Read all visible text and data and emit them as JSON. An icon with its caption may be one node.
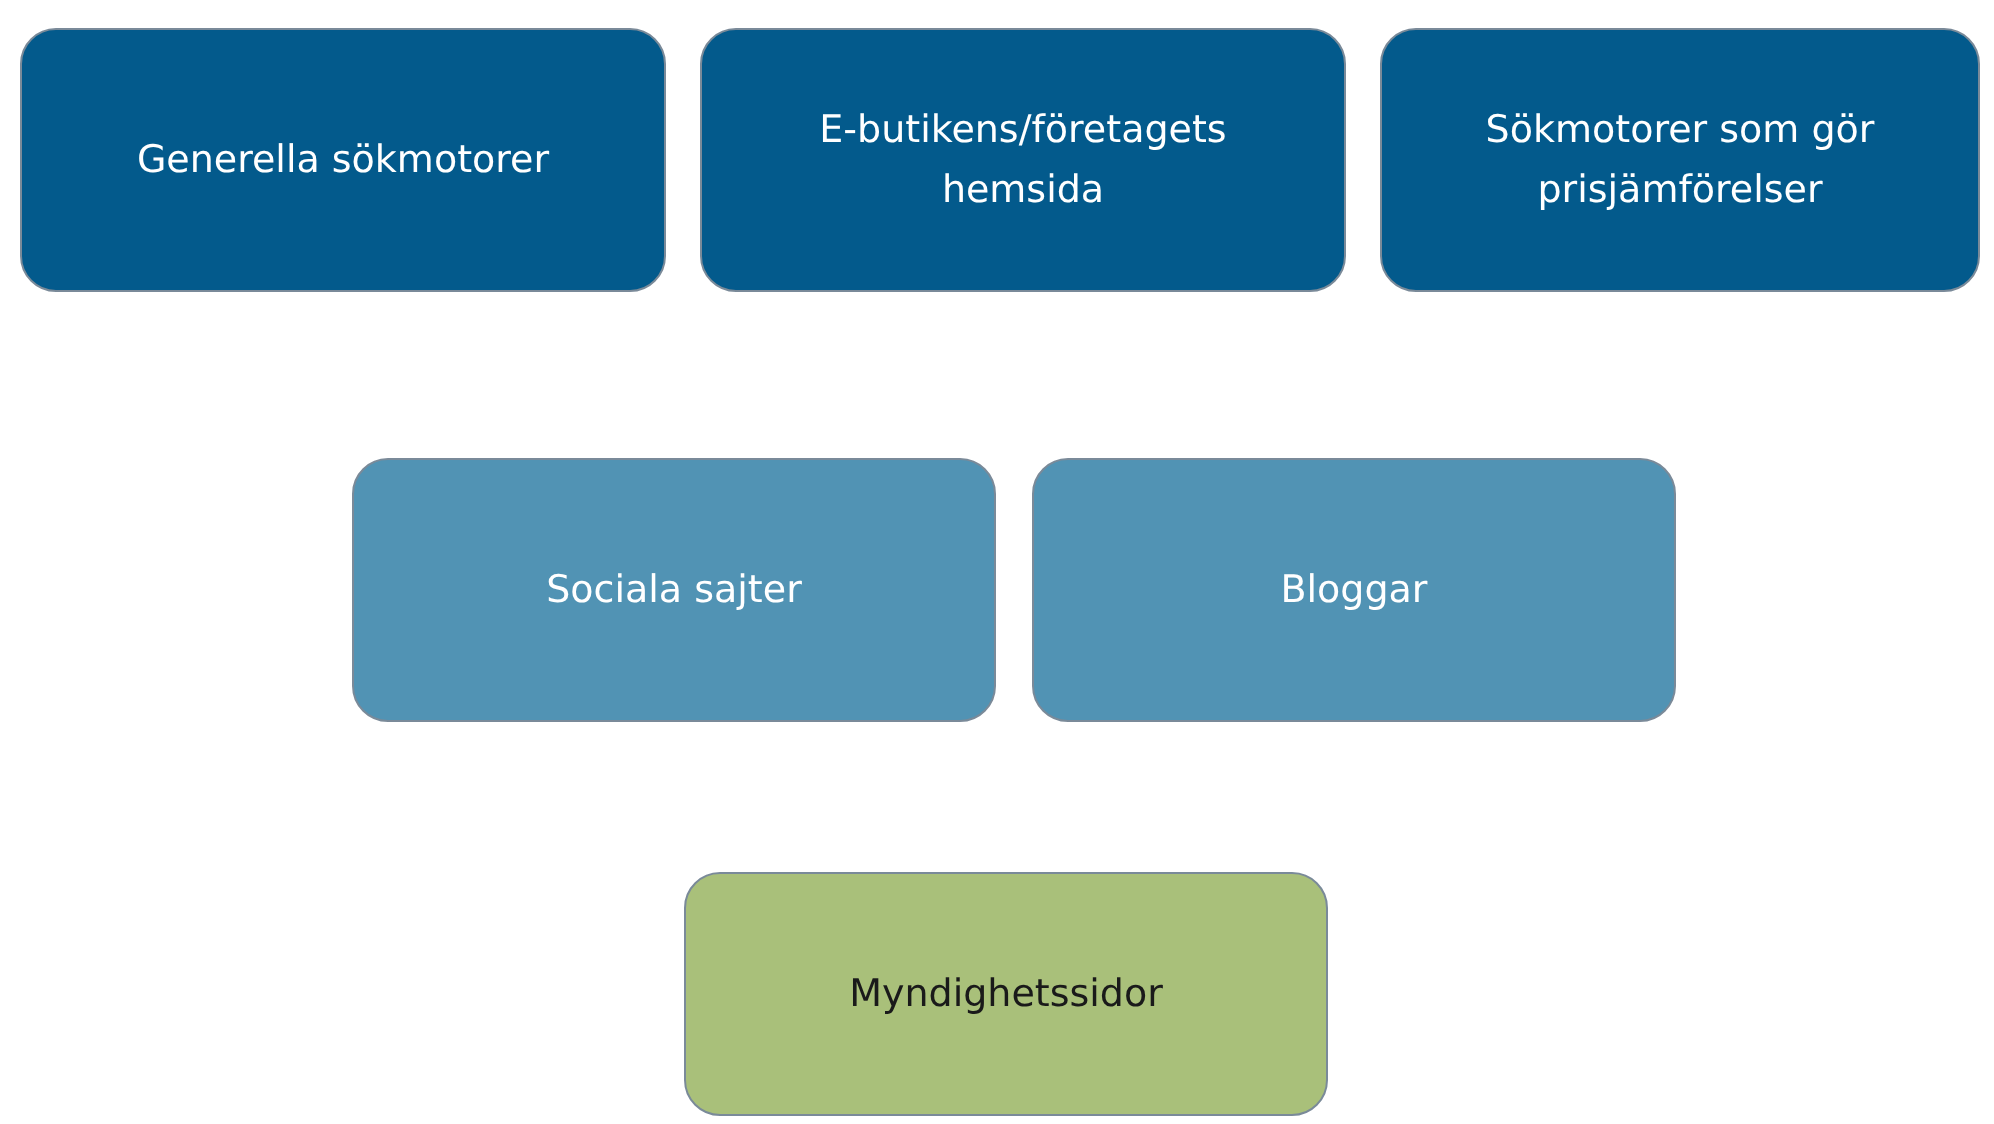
{
  "diagram": {
    "nodes": [
      {
        "text": [
          "Generella sökmotorer"
        ]
      },
      {
        "text": [
          "E-butikens/företagets hemsida"
        ]
      },
      {
        "text": [
          "Sökmotorer som gör prisjämförelser"
        ]
      },
      {
        "text": [
          "Sociala sajter"
        ]
      },
      {
        "text": [
          "Bloggar"
        ]
      },
      {
        "text": [
          "Myndighetssidor"
        ]
      }
    ]
  }
}
